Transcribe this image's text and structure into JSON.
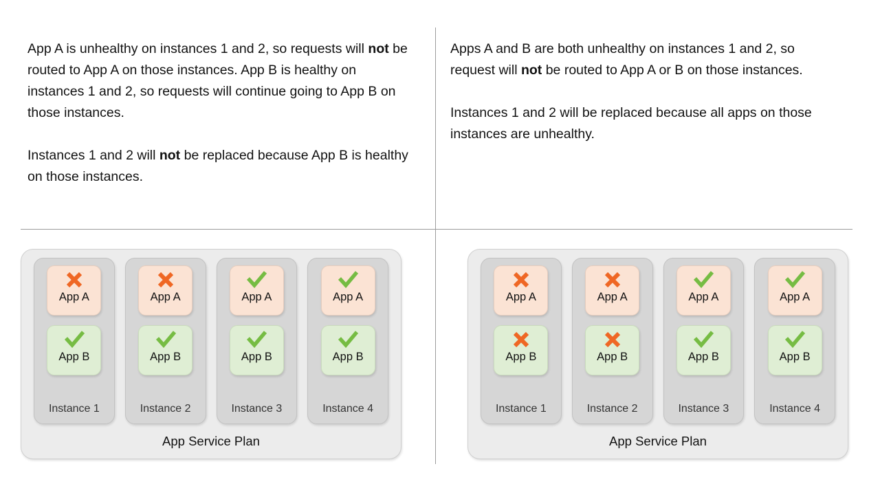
{
  "left": {
    "paragraphs": [
      {
        "parts": [
          {
            "text": "App A is unhealthy on instances 1 and 2, so requests will ",
            "bold": false
          },
          {
            "text": "not",
            "bold": true
          },
          {
            "text": " be routed to App A on those instances. App B is healthy on instances 1 and 2, so requests will continue going to App B on those instances.",
            "bold": false
          }
        ]
      },
      {
        "parts": [
          {
            "text": "Instances 1 and 2 will ",
            "bold": false
          },
          {
            "text": "not",
            "bold": true
          },
          {
            "text": " be replaced because App B is healthy on those instances.",
            "bold": false
          }
        ]
      }
    ],
    "plan_label": "App Service Plan",
    "instances": [
      {
        "label": "Instance 1",
        "apps": [
          {
            "name": "App A",
            "status": "unhealthy",
            "icon": "cross-icon"
          },
          {
            "name": "App B",
            "status": "healthy",
            "icon": "check-icon"
          }
        ]
      },
      {
        "label": "Instance 2",
        "apps": [
          {
            "name": "App A",
            "status": "unhealthy",
            "icon": "cross-icon"
          },
          {
            "name": "App B",
            "status": "healthy",
            "icon": "check-icon"
          }
        ]
      },
      {
        "label": "Instance 3",
        "apps": [
          {
            "name": "App A",
            "status": "healthy",
            "icon": "check-icon"
          },
          {
            "name": "App B",
            "status": "healthy",
            "icon": "check-icon"
          }
        ]
      },
      {
        "label": "Instance 4",
        "apps": [
          {
            "name": "App A",
            "status": "healthy",
            "icon": "check-icon"
          },
          {
            "name": "App B",
            "status": "healthy",
            "icon": "check-icon"
          }
        ]
      }
    ]
  },
  "right": {
    "paragraphs": [
      {
        "parts": [
          {
            "text": "Apps A and B are both unhealthy on instances 1 and 2, so request will ",
            "bold": false
          },
          {
            "text": "not",
            "bold": true
          },
          {
            "text": " be routed to App A or B on those instances.",
            "bold": false
          }
        ]
      },
      {
        "parts": [
          {
            "text": "Instances 1 and 2 will be replaced because all apps on those instances are unhealthy.",
            "bold": false
          }
        ]
      }
    ],
    "plan_label": "App Service Plan",
    "instances": [
      {
        "label": "Instance 1",
        "apps": [
          {
            "name": "App A",
            "status": "unhealthy",
            "icon": "cross-icon"
          },
          {
            "name": "App B",
            "status": "unhealthy",
            "icon": "cross-icon"
          }
        ]
      },
      {
        "label": "Instance 2",
        "apps": [
          {
            "name": "App A",
            "status": "unhealthy",
            "icon": "cross-icon"
          },
          {
            "name": "App B",
            "status": "unhealthy",
            "icon": "cross-icon"
          }
        ]
      },
      {
        "label": "Instance 3",
        "apps": [
          {
            "name": "App A",
            "status": "healthy",
            "icon": "check-icon"
          },
          {
            "name": "App B",
            "status": "healthy",
            "icon": "check-icon"
          }
        ]
      },
      {
        "label": "Instance 4",
        "apps": [
          {
            "name": "App A",
            "status": "healthy",
            "icon": "check-icon"
          },
          {
            "name": "App B",
            "status": "healthy",
            "icon": "check-icon"
          }
        ]
      }
    ]
  },
  "colors": {
    "cross": "#ef6724",
    "check": "#76bc43",
    "app_a_card": "#fbe3d4",
    "app_b_card": "#dfeed4",
    "instance_box": "#d6d6d6",
    "plan_box": "#ececec",
    "divider": "#9a9a9a"
  }
}
